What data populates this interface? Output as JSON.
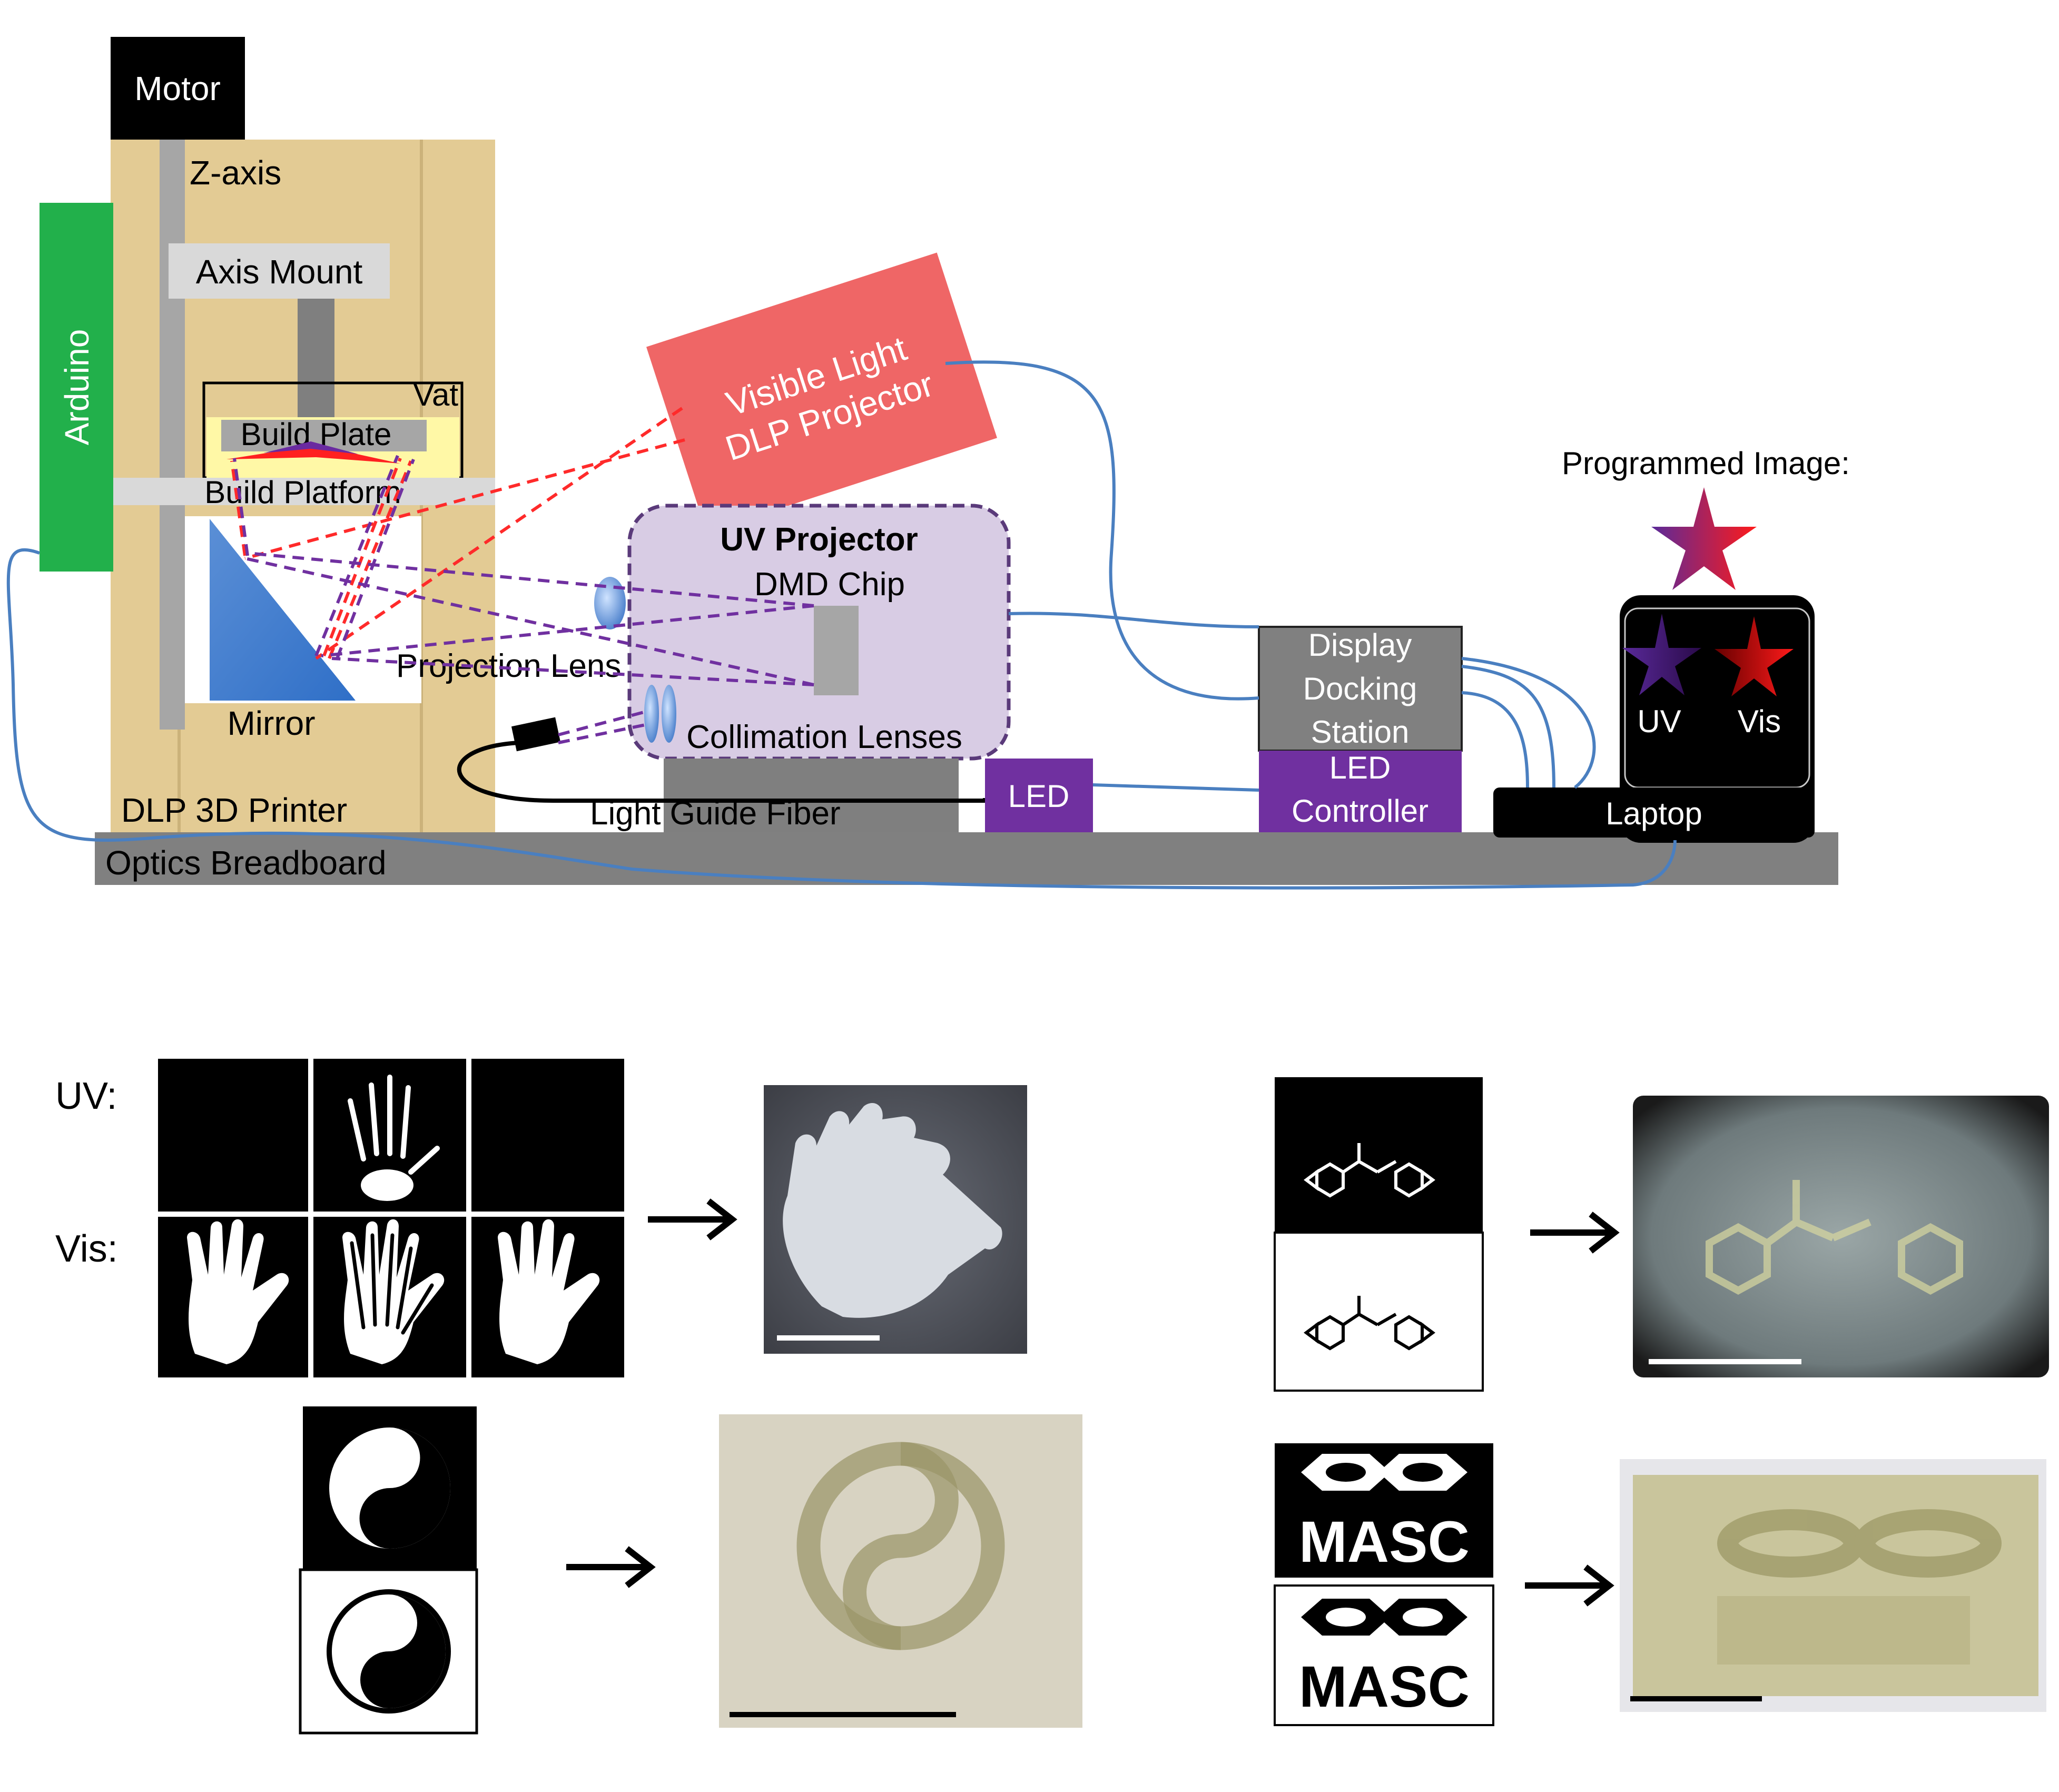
{
  "labels": {
    "motor": "Motor",
    "z_axis": "Z-axis",
    "axis_mount": "Axis Mount",
    "vat": "Vat",
    "build_plate": "Build Plate",
    "build_platform": "Build Platform",
    "arduino": "Arduino",
    "mirror": "Mirror",
    "dlp_printer": "DLP 3D Printer",
    "optics_breadboard": "Optics Breadboard",
    "projection_lens": "Projection Lens",
    "visible_projector_line1": "Visible Light",
    "visible_projector_line2": "DLP Projector",
    "uv_projector": "UV Projector",
    "dmd_chip": "DMD Chip",
    "collimation_lenses": "Collimation Lenses",
    "light_guide_fiber": "Light Guide Fiber",
    "led": "LED",
    "display_docking_line1": "Display",
    "display_docking_line2": "Docking",
    "display_docking_line3": "Station",
    "led_controller_line1": "LED",
    "led_controller_line2": "Controller",
    "laptop": "Laptop",
    "programmed_image": "Programmed Image:",
    "uv_star": "UV",
    "vis_star": "Vis",
    "row_uv": "UV:",
    "row_vis": "Vis:",
    "masc_uv": "MASC",
    "masc_vis": "MASC"
  },
  "colors": {
    "printer_frame": "#e3cb94",
    "arduino": "#22b04b",
    "projector_vis": "#ef6666",
    "projector_uv": "#d8cce4",
    "uv_purple": "#7030a0",
    "laser_red": "#ff2a2a",
    "cable": "#4a7fc0",
    "breadboard": "#7f7f7f"
  }
}
